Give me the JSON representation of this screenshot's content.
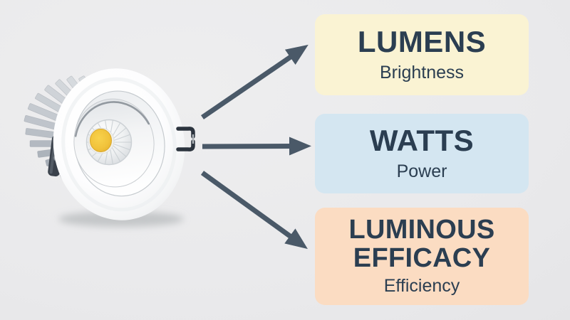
{
  "canvas": {
    "background": "#e9eaec"
  },
  "illustration": {
    "name": "recessed-led-downlight",
    "led_color": "#f0c23d",
    "body_color": "#ffffff",
    "heatsink_color": "#b9bfc6"
  },
  "arrows": {
    "color": "#4a5968",
    "count": 3
  },
  "colors": {
    "text": "#2b3e51"
  },
  "cards": [
    {
      "title": "LUMENS",
      "subtitle": "Brightness",
      "background": "#faf3d3"
    },
    {
      "title": "WATTS",
      "subtitle": "Power",
      "background": "#d4e6f1"
    },
    {
      "title": "LUMINOUS EFFICACY",
      "subtitle": "Efficiency",
      "background": "#fbdcc2"
    }
  ]
}
